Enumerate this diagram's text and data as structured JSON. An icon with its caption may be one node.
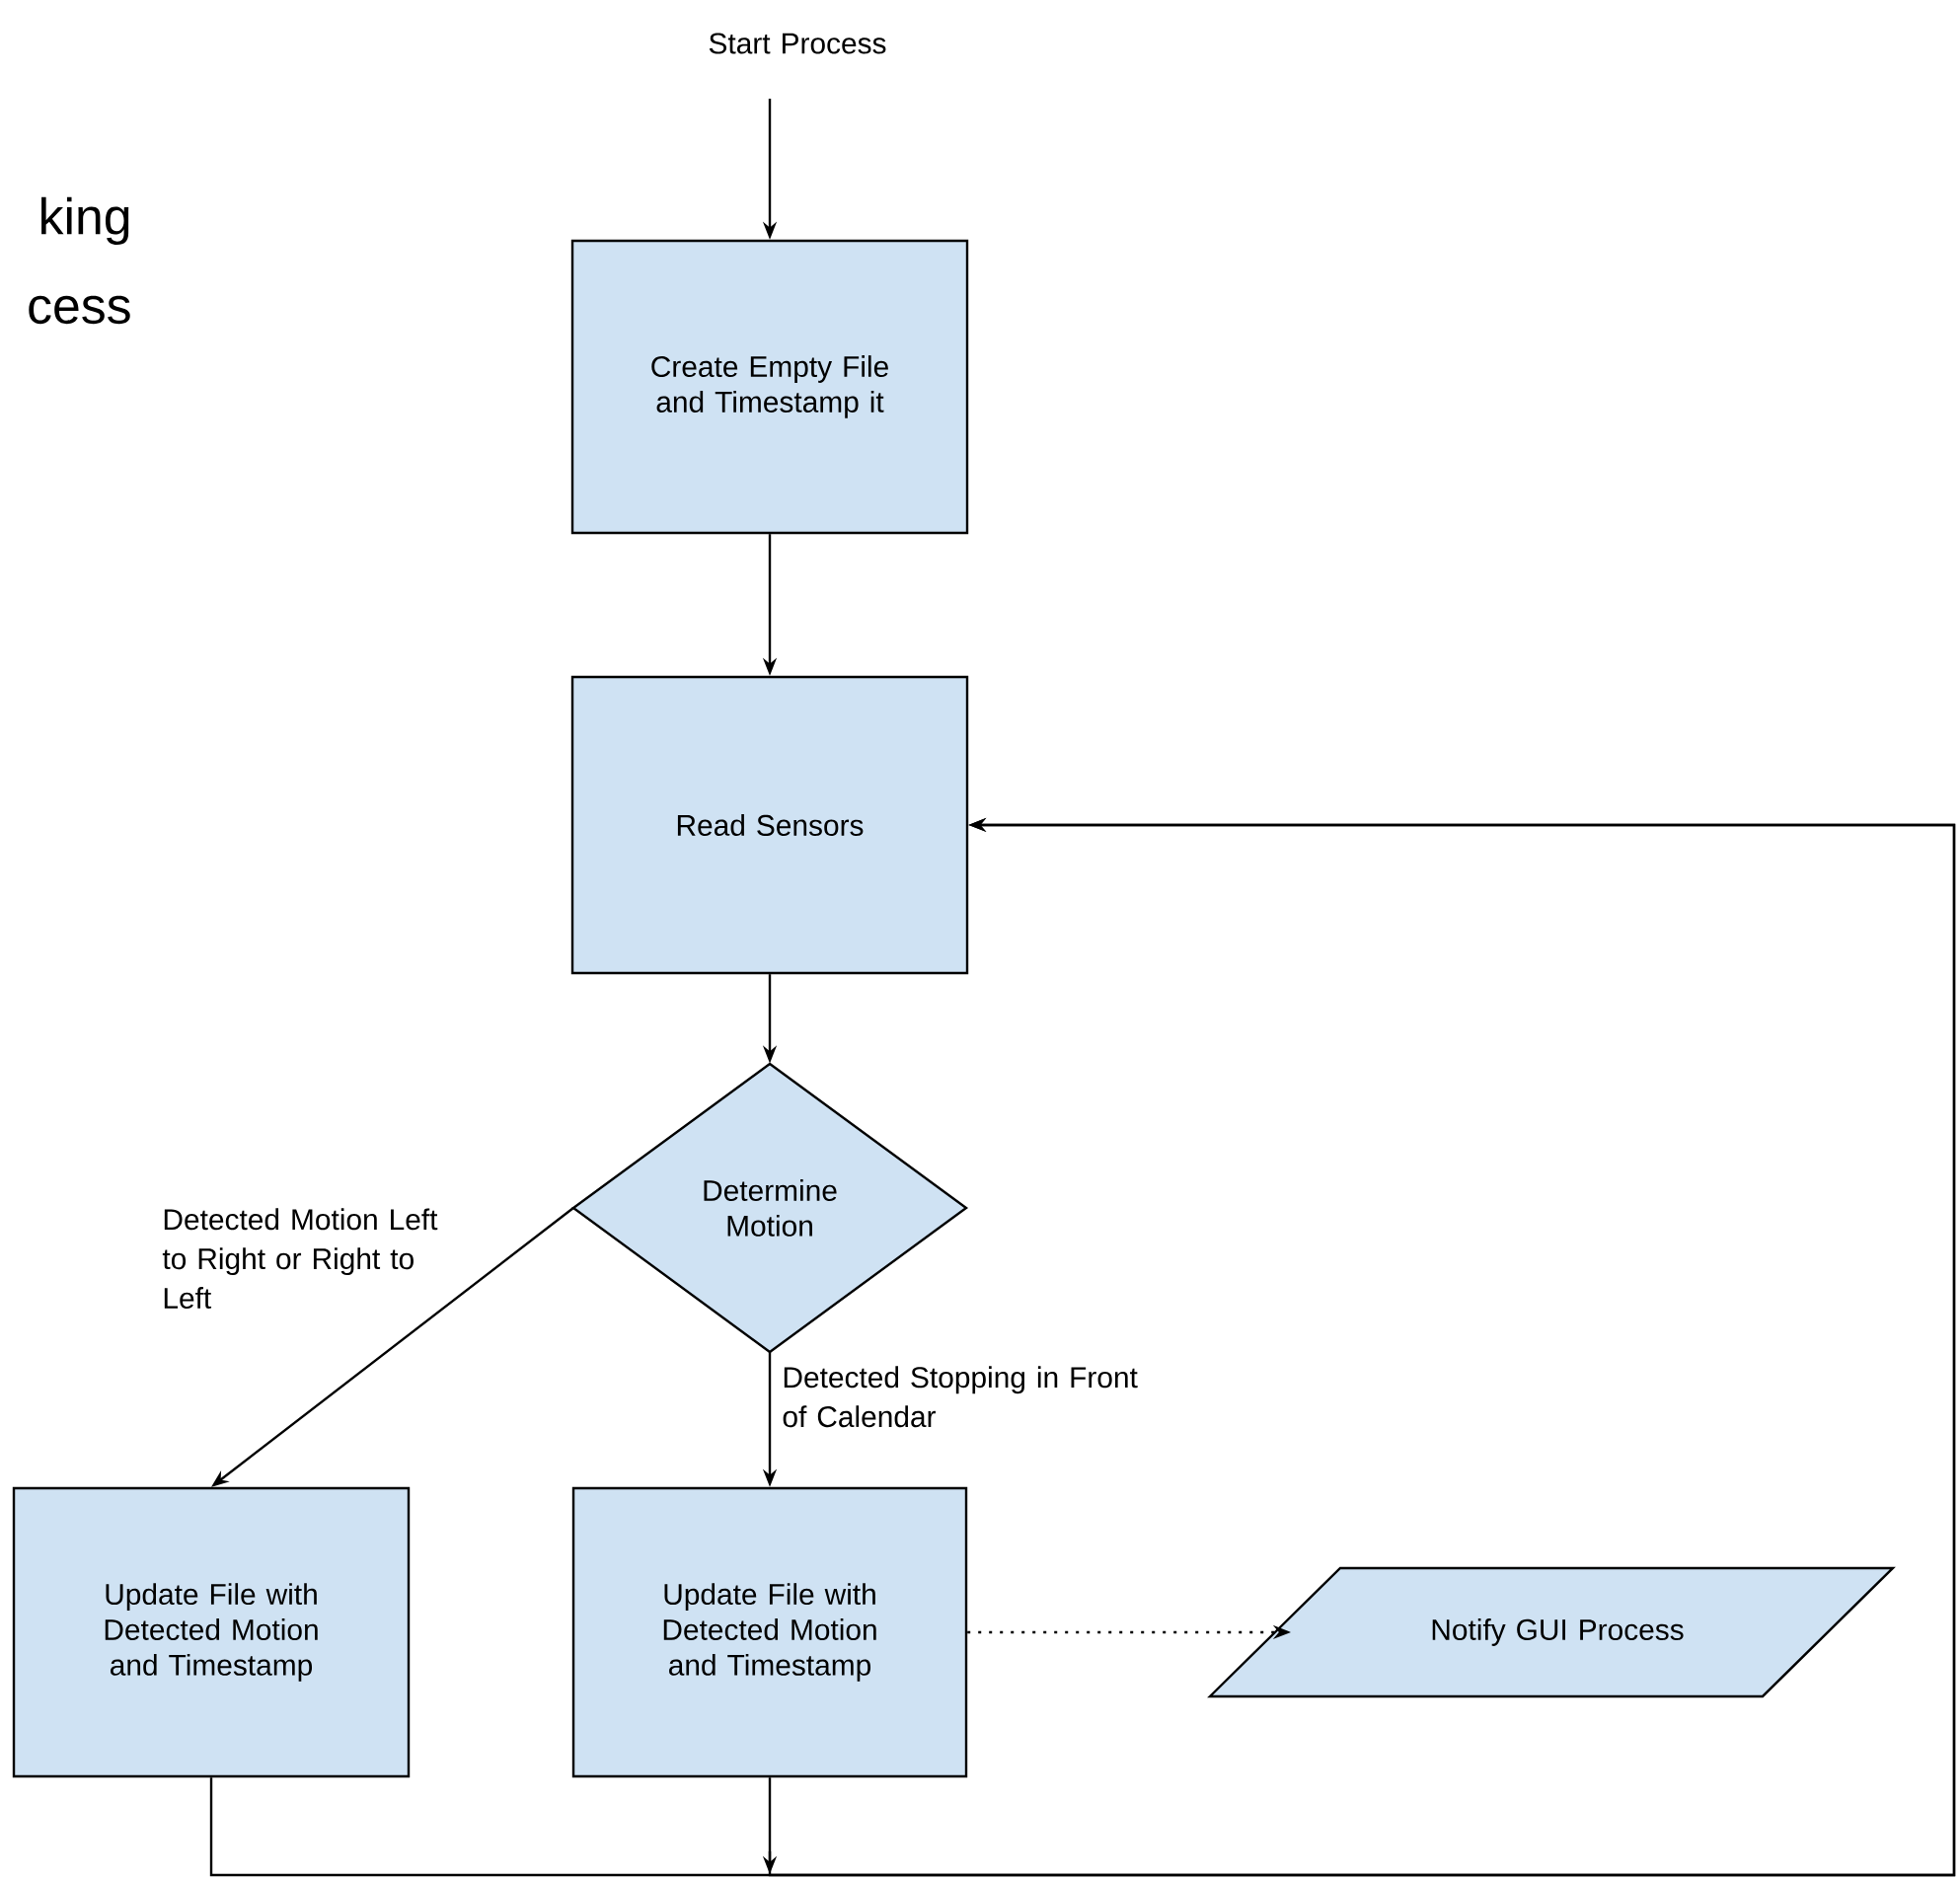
{
  "diagram": {
    "nodes": [
      {
        "text": [
          "Start Process"
        ]
      },
      {
        "text": [
          "Create Empty File and Timestamp it"
        ]
      },
      {
        "text": [
          "Read Sensors"
        ]
      },
      {
        "text": [
          "Determine Motion"
        ]
      },
      {
        "text": [
          "Update File with Detected Motion and Timestamp"
        ]
      },
      {
        "text": [
          "Update File with Detected Motion and Timestamp"
        ]
      },
      {
        "text": [
          "Notify GUI Process"
        ]
      }
    ],
    "edges": [
      {
        "from": 0,
        "to": 1,
        "arrow": "to"
      },
      {
        "from": 1,
        "to": 2,
        "arrow": "to"
      },
      {
        "from": 2,
        "to": 3,
        "arrow": "to"
      },
      {
        "from": 3,
        "to": 4,
        "arrow": "to",
        "label": "Detected Motion Left to Right or Right to Left"
      },
      {
        "from": 3,
        "to": 5,
        "arrow": "to",
        "label": "Detected Stopping in Front of Calendar"
      },
      {
        "from": 5,
        "to": 6,
        "arrow": "to",
        "style": "dashed"
      },
      {
        "from": 4,
        "to": 2,
        "arrow": "to"
      },
      {
        "from": 5,
        "to": 2,
        "arrow": "to"
      }
    ],
    "labels": [
      "king",
      "cess"
    ]
  }
}
